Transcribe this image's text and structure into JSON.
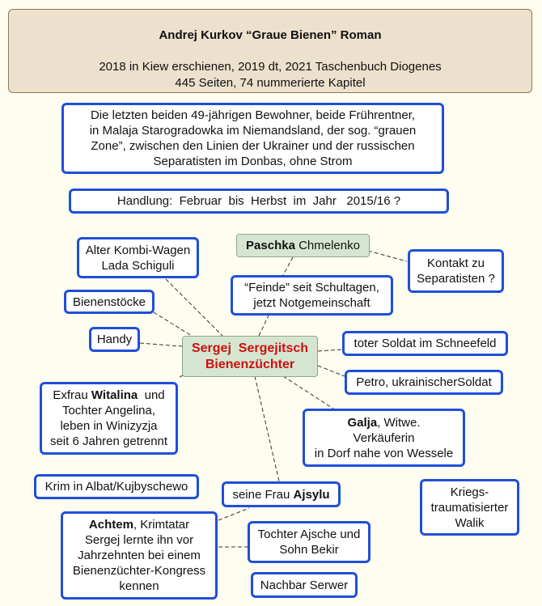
{
  "header": {
    "title": "Andrej Kurkov  “Graue Bienen”   Roman",
    "line2": "2018 in Kiew erschienen, 2019 dt,  2021 Taschenbuch Diogenes",
    "line3": "445 Seiten, 74 nummerierte Kapitel"
  },
  "intro": [
    "Die letzten beiden 49-jährigen Bewohner, beide Frührentner,",
    "in Malaja Starogradowka im Niemandsland, der sog. “grauen",
    "Zone”, zwischen den Linien der Ukrainer und der russischen",
    "Separatisten im Donbas, ohne Strom"
  ],
  "plot": "Handlung:  Februar  bis  Herbst  im  Jahr   2015/16 ?",
  "center": {
    "line1": "Sergej  Sergejitsch",
    "line2": "Bienenzüchter"
  },
  "paschka": {
    "bold": "Paschka",
    "rest": " Chmelenko"
  },
  "kontakt": [
    "Kontakt zu",
    "Separatisten ?"
  ],
  "feinde": [
    "“Feinde” seit Schultagen,",
    "jetzt Notgemeinschaft"
  ],
  "kombi": [
    "Alter Kombi-Wagen",
    "Lada Schiguli"
  ],
  "bienenstoecke": "Bienenstöcke",
  "handy": "Handy",
  "soldat": "toter Soldat im Schneefeld",
  "petro": "Petro, ukrainischerSoldat",
  "exfrau": {
    "l1_pre": "Exfrau ",
    "l1_bold": "Witalina",
    "l1_post": "  und",
    "l2": "Tochter Angelina,",
    "l3": "leben in  Winizyzja",
    "l4": "seit 6 Jahren getrennt"
  },
  "galja": {
    "bold": "Galja",
    "rest": ", Witwe.",
    "l2": "Verkäuferin",
    "l3": "in Dorf nahe von Wessele"
  },
  "krim": "Krim in Albat/Kujbyschewo",
  "ajsylu": {
    "pre": "seine Frau ",
    "bold": "Ajsylu"
  },
  "walik": [
    "Kriegs-",
    "traumatisierter",
    "Walik"
  ],
  "achtem": {
    "bold": "Achtem",
    "rest": ", Krimtatar",
    "l2": "Sergej lernte ihn vor",
    "l3": "Jahrzehnten bei einem",
    "l4": "Bienenzüchter-Kongress",
    "l5": "kennen"
  },
  "tochter": [
    "Tochter Ajsche und",
    "Sohn Bekir"
  ],
  "nachbar": "Nachbar Serwer"
}
